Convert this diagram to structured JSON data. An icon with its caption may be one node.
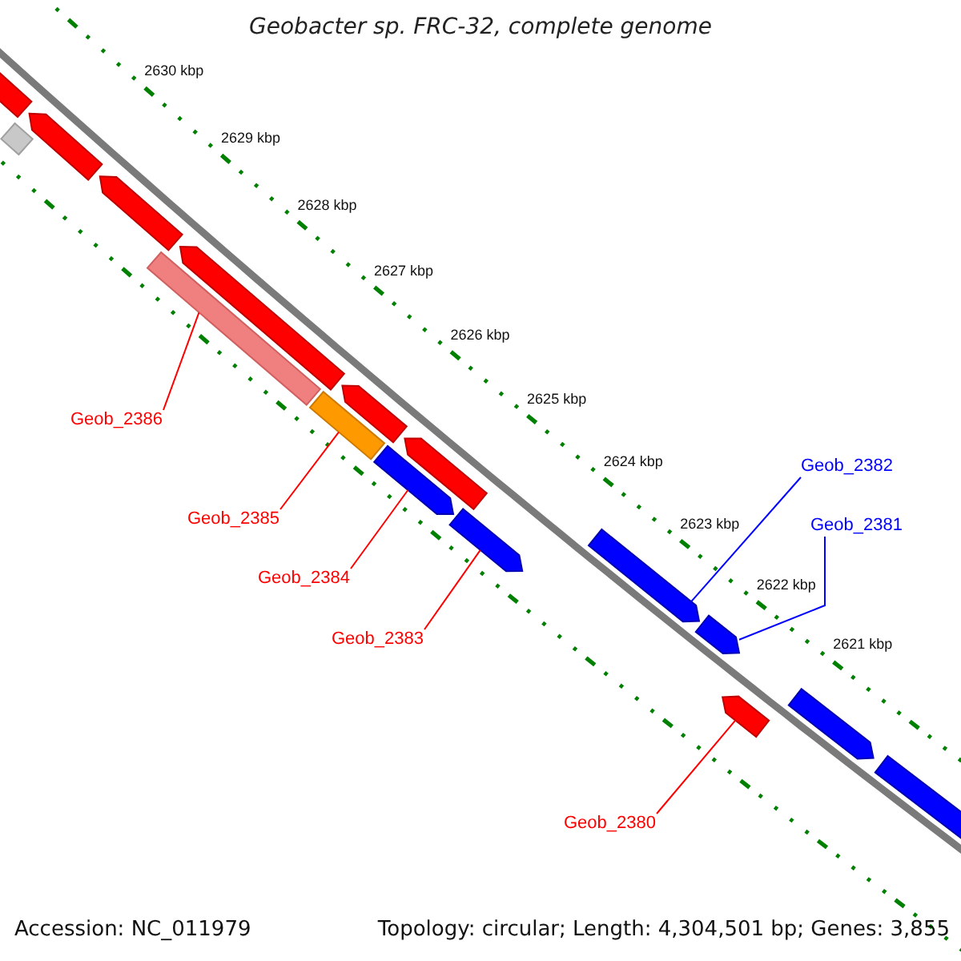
{
  "diagram": {
    "title": "Geobacter sp. FRC-32, complete genome",
    "nodes": [
      {
        "text": [],
        "shape": "bar"
      },
      {
        "text": [],
        "shape": "arrow"
      },
      {
        "text": [],
        "shape": "arrow"
      },
      {
        "text": [],
        "shape": "arrow"
      },
      {
        "text": [],
        "shape": "bar"
      },
      {
        "text": [],
        "shape": "arrow"
      },
      {
        "text": [],
        "shape": "bar"
      },
      {
        "text": [],
        "shape": "arrow"
      },
      {
        "text": [],
        "shape": "arrow"
      },
      {
        "text": [],
        "shape": "arrow"
      },
      {
        "text": [],
        "shape": "arrow"
      },
      {
        "text": [],
        "shape": "arrow"
      },
      {
        "text": [],
        "shape": "arrow"
      },
      {
        "text": [],
        "shape": "arrow"
      },
      {
        "text": [],
        "shape": "arrow"
      },
      {
        "text": [],
        "shape": "arrow"
      },
      {
        "text": [
          "Geob_2386"
        ]
      },
      {
        "text": [
          "Geob_2385"
        ]
      },
      {
        "text": [
          "Geob_2384"
        ]
      },
      {
        "text": [
          "Geob_2383"
        ]
      },
      {
        "text": [
          "Geob_2382"
        ]
      },
      {
        "text": [
          "Geob_2381"
        ]
      },
      {
        "text": [
          "Geob_2380"
        ]
      }
    ],
    "edges": [
      {
        "from": 16,
        "to": 4,
        "arrow": "none"
      },
      {
        "from": 17,
        "to": 6,
        "arrow": "none"
      },
      {
        "from": 18,
        "to": 8,
        "arrow": "none"
      },
      {
        "from": 19,
        "to": 10,
        "arrow": "none"
      },
      {
        "from": 20,
        "to": 11,
        "arrow": "none",
        "color": "#0000ff"
      },
      {
        "from": 21,
        "to": 12,
        "arrow": "none",
        "color": "#0000ff"
      },
      {
        "from": 22,
        "to": 13,
        "arrow": "none"
      }
    ],
    "labels": [
      "2630 kbp",
      "2629 kbp",
      "2628 kbp",
      "2627 kbp",
      "2626 kbp",
      "2625 kbp",
      "2624 kbp",
      "2623 kbp",
      "2622 kbp",
      "2621 kbp",
      "Accession: NC_011979",
      "Topology: circular; Length: 4,304,501 bp; Genes: 3,855"
    ]
  }
}
